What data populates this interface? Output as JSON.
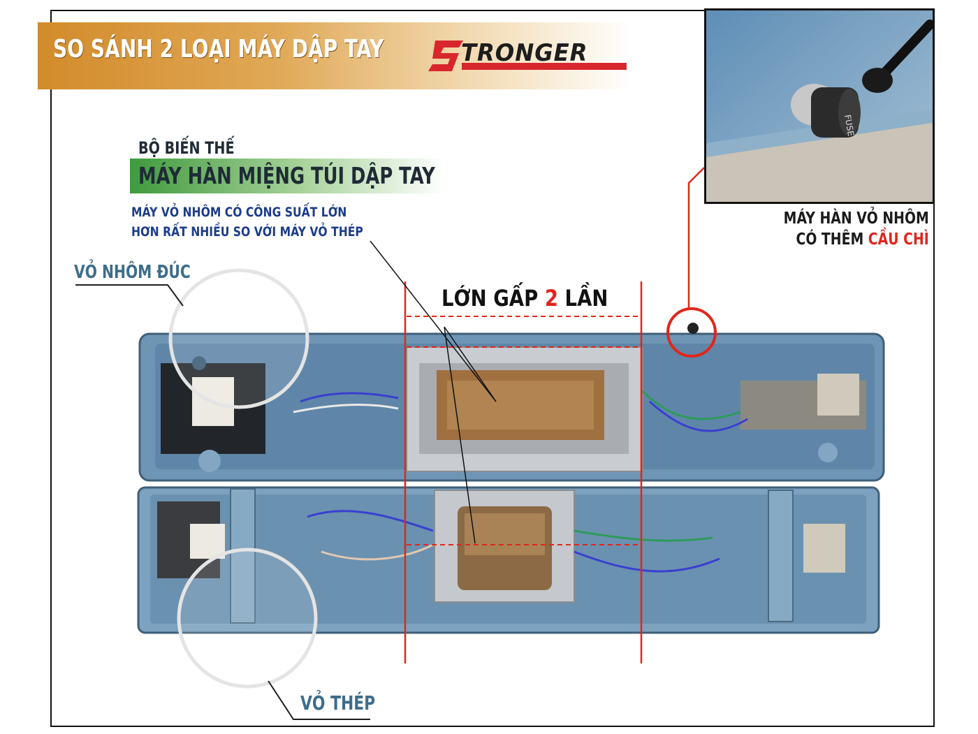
{
  "title": {
    "main": "SO SÁNH 2 LOẠI MÁY DẬP TAY",
    "brand": "TRONGER",
    "brand_initial": "S",
    "brand_color": "#d8262d"
  },
  "transformer": {
    "label": "BỘ BIẾN THẾ",
    "highlight": "MÁY HÀN MIỆNG TÚI DẬP TAY",
    "description_line1": "MÁY VỎ NHÔM CÓ CÔNG SUẤT LỚN",
    "description_line2": "HƠN RẤT NHIỀU SO VỚI MÁY VỎ THÉP"
  },
  "comparison": {
    "prefix": "LỚN GẤP ",
    "number": "2",
    "suffix": " LẦN"
  },
  "labels": {
    "aluminum_case": "VỎ NHÔM ĐÚC",
    "steel_case": "VỎ THÉP"
  },
  "fuse_callout": {
    "line1": "MÁY HÀN VỎ NHÔM",
    "line2_prefix": "CÓ THÊM ",
    "line2_highlight": "CẦU CHÌ",
    "fuse_cap_text": "FUSE"
  },
  "colors": {
    "accent_red": "#e0261c",
    "case_blue": "#6f95b5",
    "label_blue": "#3e6d8a",
    "desc_blue": "#1c3c8a",
    "banner_orange": "#d28b2a",
    "banner_green": "#3f9a3d"
  }
}
